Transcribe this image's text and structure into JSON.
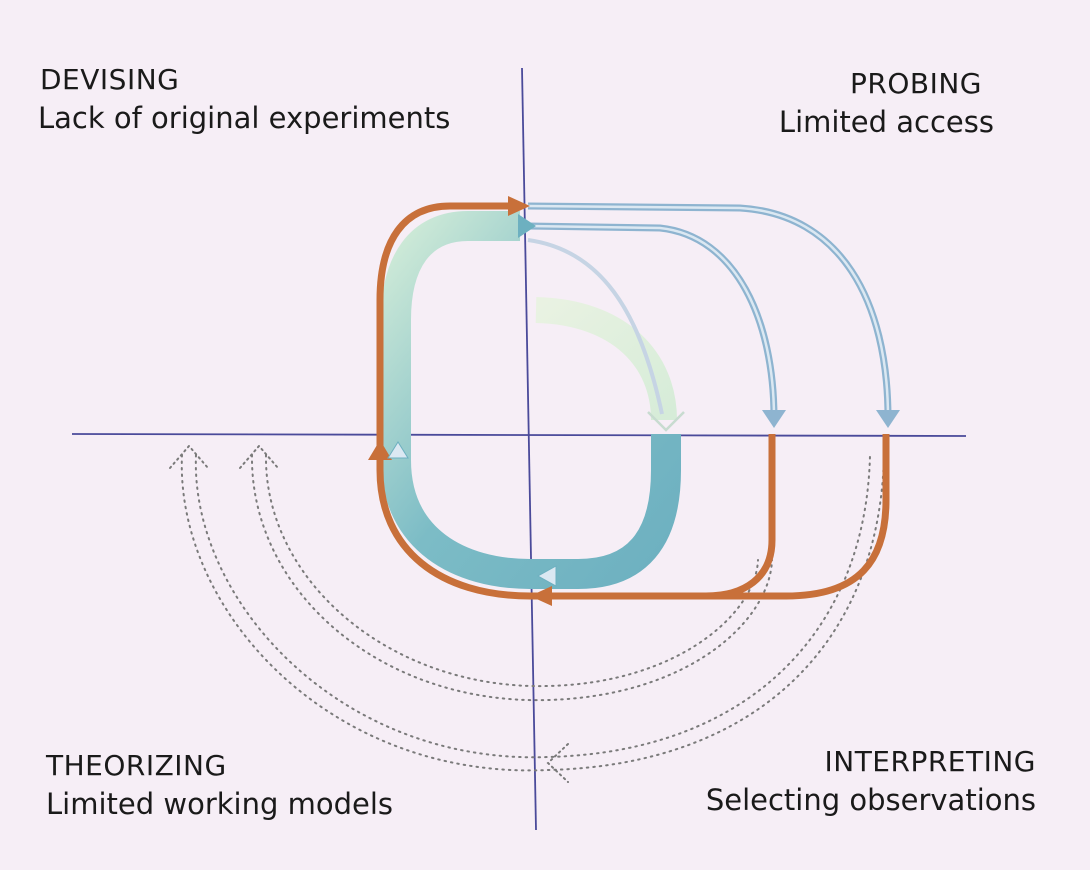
{
  "quadrants": {
    "top_left": {
      "title": "DEVISING",
      "subtitle": "Lack of original experiments"
    },
    "top_right": {
      "title": "PROBING",
      "subtitle": "Limited access"
    },
    "bottom_left": {
      "title": "THEORIZING",
      "subtitle": "Limited working models"
    },
    "bottom_right": {
      "title": "INTERPRETING",
      "subtitle": "Selecting observations"
    }
  },
  "colors": {
    "background": "#f6eef6",
    "axis": "#4a4a9a",
    "orange": "#c8703a",
    "teal": "#7cb8c4",
    "pale_green": "#dfeedd",
    "blue": "#8eb4d0",
    "dotted": "#7a7a7a"
  }
}
